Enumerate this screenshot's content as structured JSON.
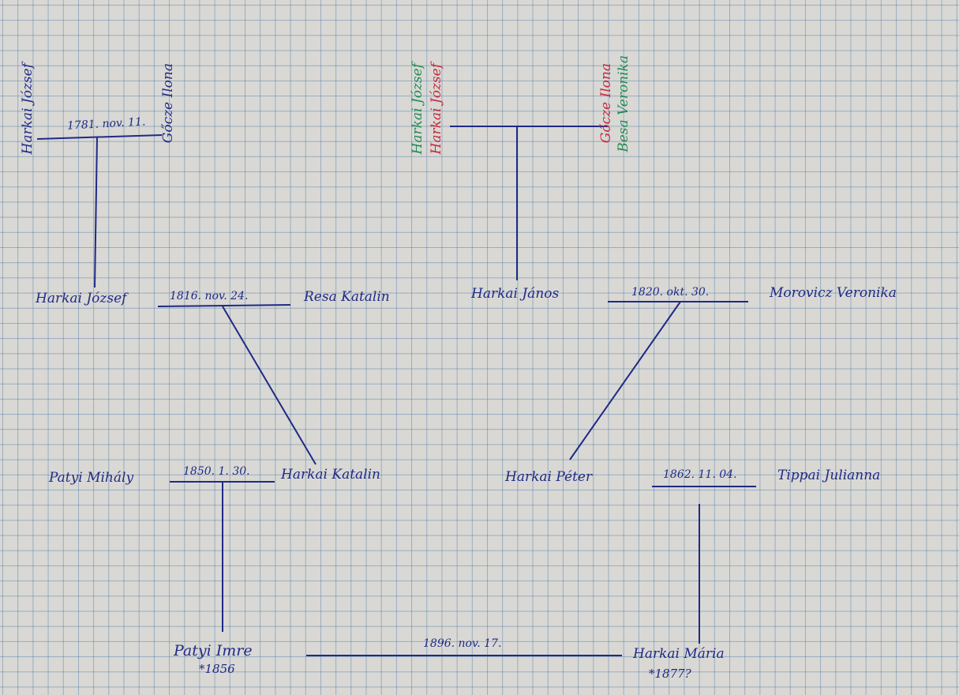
{
  "colors": {
    "ink": "#1f2a86",
    "green_ink": "#1f8a55",
    "red_ink": "#c7263f",
    "paper": "#d9d8d4",
    "grid": "#4678a5"
  },
  "generation_1": {
    "left_couple": {
      "husband": "Harkai József",
      "wife": "Gőcze Ilona",
      "marriage_date": "1781. nov. 11."
    },
    "right_couple": {
      "husband_green": "Harkai József",
      "husband_red": "Harkai József",
      "wife_red": "Gőcze Ilona",
      "wife_green": "Besa Veronika"
    }
  },
  "generation_2": {
    "left_couple": {
      "husband": "Harkai József",
      "marriage_date": "1816. nov. 24.",
      "wife": "Resa Katalin"
    },
    "right_couple": {
      "husband": "Harkai János",
      "marriage_date": "1820. okt. 30.",
      "wife": "Morovicz Veronika"
    }
  },
  "generation_3": {
    "left_couple": {
      "husband": "Patyi Mihály",
      "marriage_date": "1850. 1. 30.",
      "wife": "Harkai Katalin"
    },
    "right_couple": {
      "husband": "Harkai Péter",
      "marriage_date": "1862. 11. 04.",
      "wife": "Tippai Julianna"
    }
  },
  "generation_4": {
    "husband": "Patyi Imre",
    "husband_born": "*1856",
    "marriage_date": "1896. nov. 17.",
    "wife": "Harkai Mária",
    "wife_born": "*1877?"
  }
}
